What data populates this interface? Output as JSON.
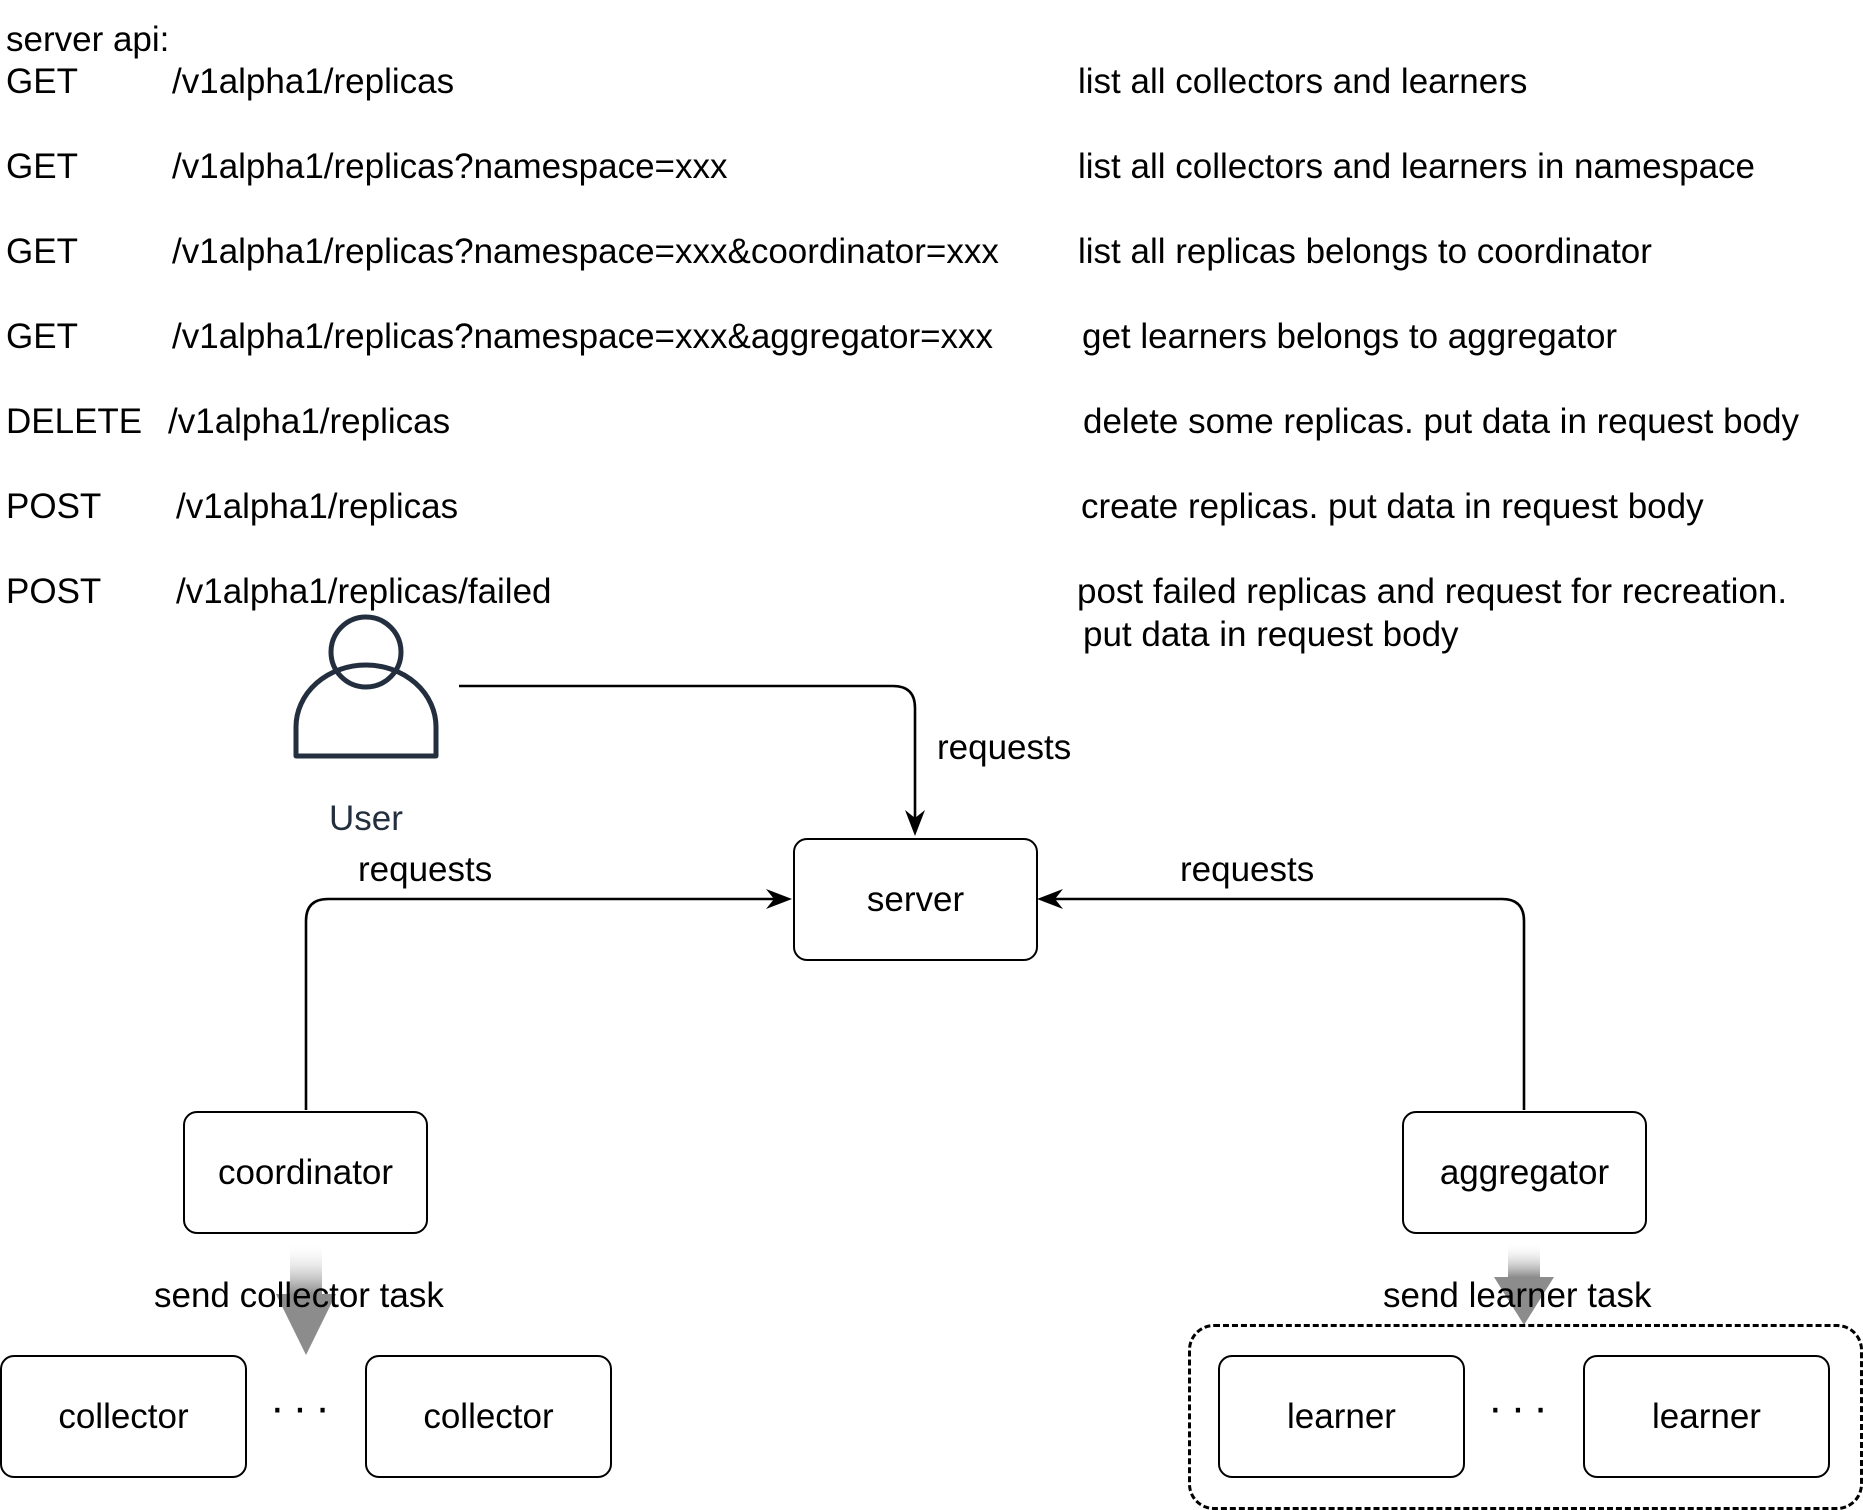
{
  "api": {
    "header": "server api:",
    "rows": [
      {
        "method": "GET",
        "path": "/v1alpha1/replicas",
        "description": "list all collectors and learners"
      },
      {
        "method": "GET",
        "path": "/v1alpha1/replicas?namespace=xxx",
        "description": "list all collectors and learners in namespace"
      },
      {
        "method": "GET",
        "path": "/v1alpha1/replicas?namespace=xxx&coordinator=xxx",
        "description": "list all replicas belongs to coordinator"
      },
      {
        "method": "GET",
        "path": "/v1alpha1/replicas?namespace=xxx&aggregator=xxx",
        "description": "get learners belongs to aggregator"
      },
      {
        "method": "DELETE",
        "path": "/v1alpha1/replicas",
        "description": "delete some replicas. put data in request body"
      },
      {
        "method": "POST",
        "path": "/v1alpha1/replicas",
        "description": "create replicas. put data in request body"
      },
      {
        "method": "POST",
        "path": "/v1alpha1/replicas/failed",
        "description": "post failed replicas and request for recreation.",
        "description_line2": "put data in request body"
      }
    ]
  },
  "diagram": {
    "user_label": "User",
    "server": "server",
    "coordinator": "coordinator",
    "aggregator": "aggregator",
    "collector_left": "collector",
    "collector_right": "collector",
    "learner_left": "learner",
    "learner_right": "learner",
    "ellipsis": "···",
    "edge_user_server": "requests",
    "edge_coordinator_server": "requests",
    "edge_aggregator_server": "requests",
    "edge_coordinator_collectors": "send collector task",
    "edge_aggregator_learners": "send learner task"
  },
  "colors": {
    "user_icon": "#232f3e",
    "stroke": "#000000",
    "task_arrow": "#8c8c8c"
  },
  "icons": {
    "user": "user-icon"
  }
}
